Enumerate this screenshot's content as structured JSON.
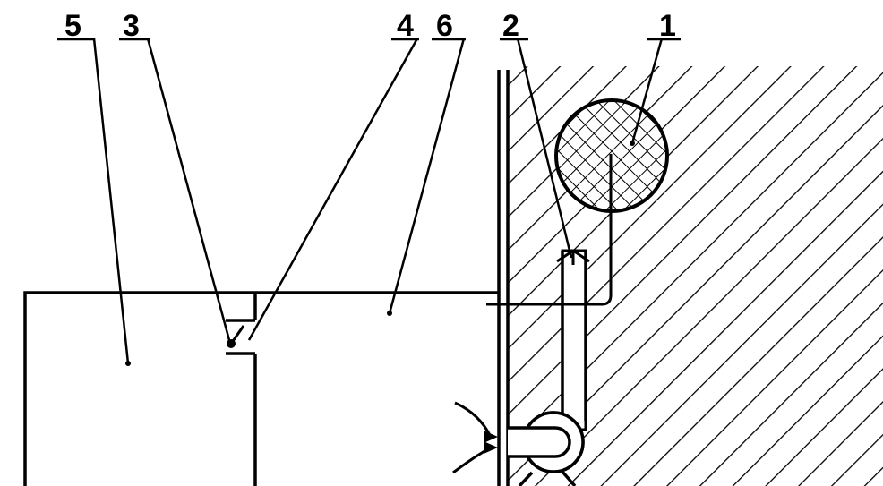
{
  "diagram": {
    "labels": {
      "l1": "1",
      "l2": "2",
      "l3": "3",
      "l4": "4",
      "l5": "5",
      "l6": "6"
    },
    "colors": {
      "ink": "#000000",
      "background": "#ffffff"
    }
  }
}
